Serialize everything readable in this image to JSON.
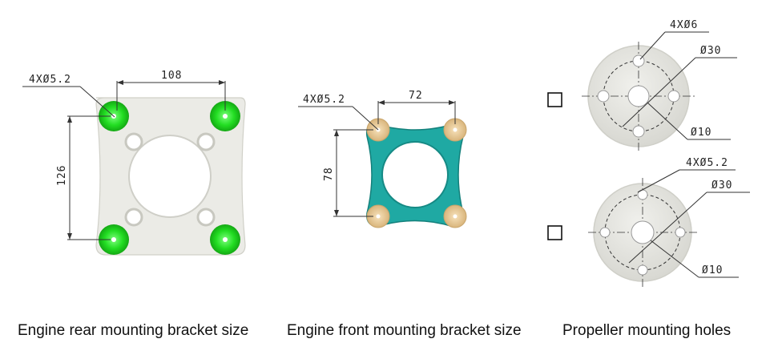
{
  "rear_bracket": {
    "hole_label": "4XØ5.2",
    "width_dim": "108",
    "height_dim": "126",
    "caption": "Engine rear mounting bracket size",
    "colors": {
      "body": "#ebebe6",
      "hole_pad": "#22dd22"
    }
  },
  "front_bracket": {
    "hole_label": "4XØ5.2",
    "width_dim": "72",
    "height_dim": "78",
    "caption": "Engine front mounting bracket size",
    "colors": {
      "body": "#1fa9a3",
      "hole_pad": "#e9c891"
    }
  },
  "propeller_holes": {
    "option_a": {
      "hole_label": "4XØ6",
      "circle_label": "Ø30",
      "center_label": "Ø10"
    },
    "option_b": {
      "hole_label": "4XØ5.2",
      "circle_label": "Ø30",
      "center_label": "Ø10"
    },
    "caption": "Propeller mounting holes",
    "colors": {
      "disc": "#e8e8e2"
    }
  }
}
